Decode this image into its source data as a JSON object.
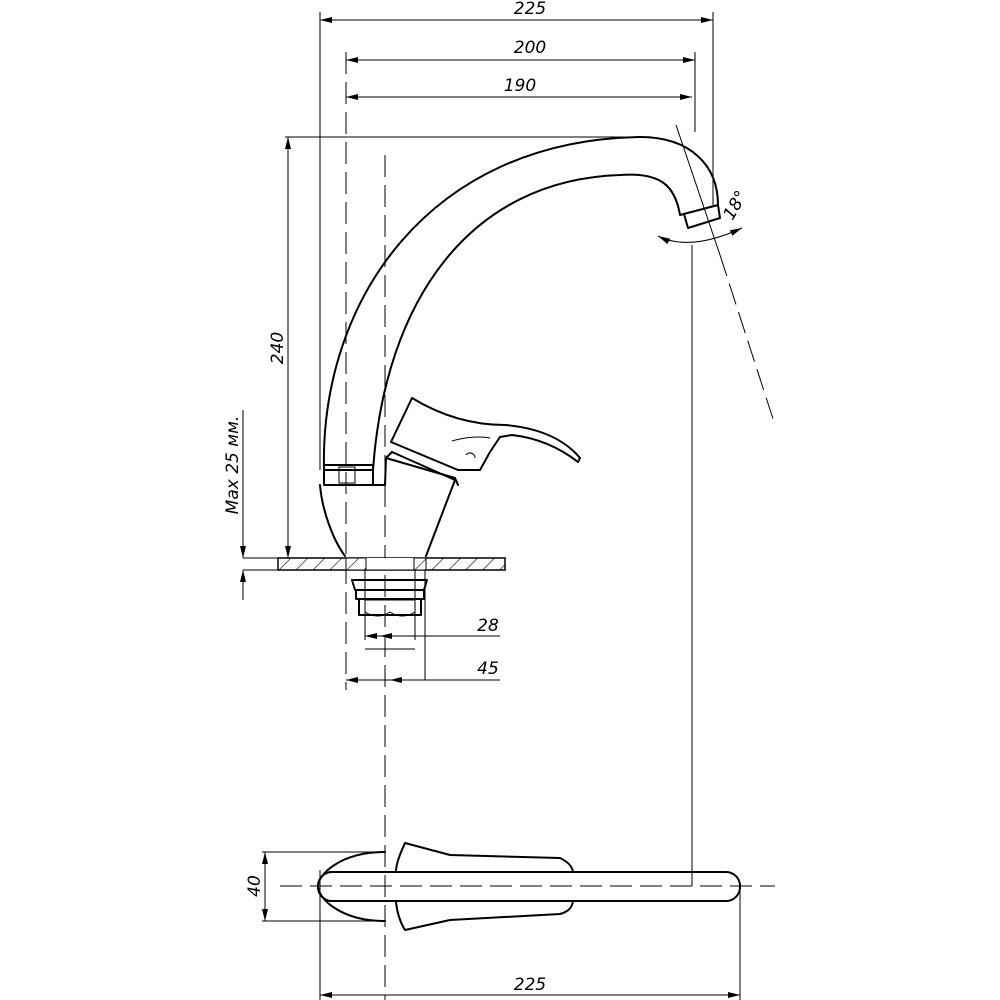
{
  "drawing": {
    "title": "Faucet dimensional drawing",
    "dimensions": {
      "overall_reach": "225",
      "reach_200": "200",
      "reach_190": "190",
      "height": "240",
      "max_counter": "Max 25 мм.",
      "spout_angle": "18°",
      "thread": "28",
      "base": "45",
      "width": "40",
      "overall_length_top": "225"
    },
    "line_color": "#000000",
    "background": "#ffffff"
  }
}
